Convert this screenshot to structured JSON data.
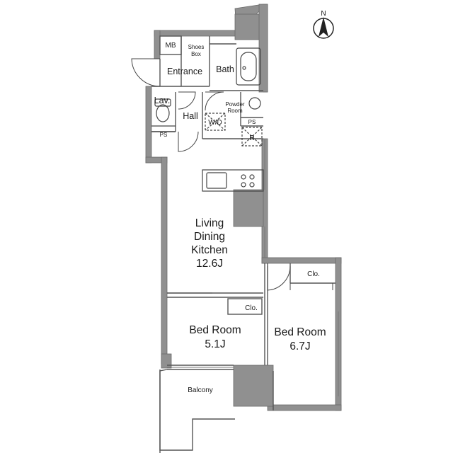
{
  "compass": {
    "label": "N"
  },
  "rooms": {
    "mb": "MB",
    "shoes_box": [
      "Shoes",
      "Box"
    ],
    "entrance": "Entrance",
    "bath": "Bath",
    "lav": "Lav.",
    "hall": "Hall",
    "powder_room": [
      "Powder",
      "Room"
    ],
    "wd": "W/D",
    "ps_left": "PS",
    "ps_right": "PS",
    "refrigerator": "R",
    "ldk": [
      "Living",
      "Dining",
      "Kitchen",
      "12.6J"
    ],
    "closet_center": "Clo.",
    "closet_right": "Clo.",
    "bedroom1": [
      "Bed Room",
      "5.1J"
    ],
    "bedroom2": [
      "Bed Room",
      "6.7J"
    ],
    "balcony": "Balcony"
  },
  "colors": {
    "wall": "#909090",
    "line": "#555555",
    "fixture": "#444444"
  }
}
